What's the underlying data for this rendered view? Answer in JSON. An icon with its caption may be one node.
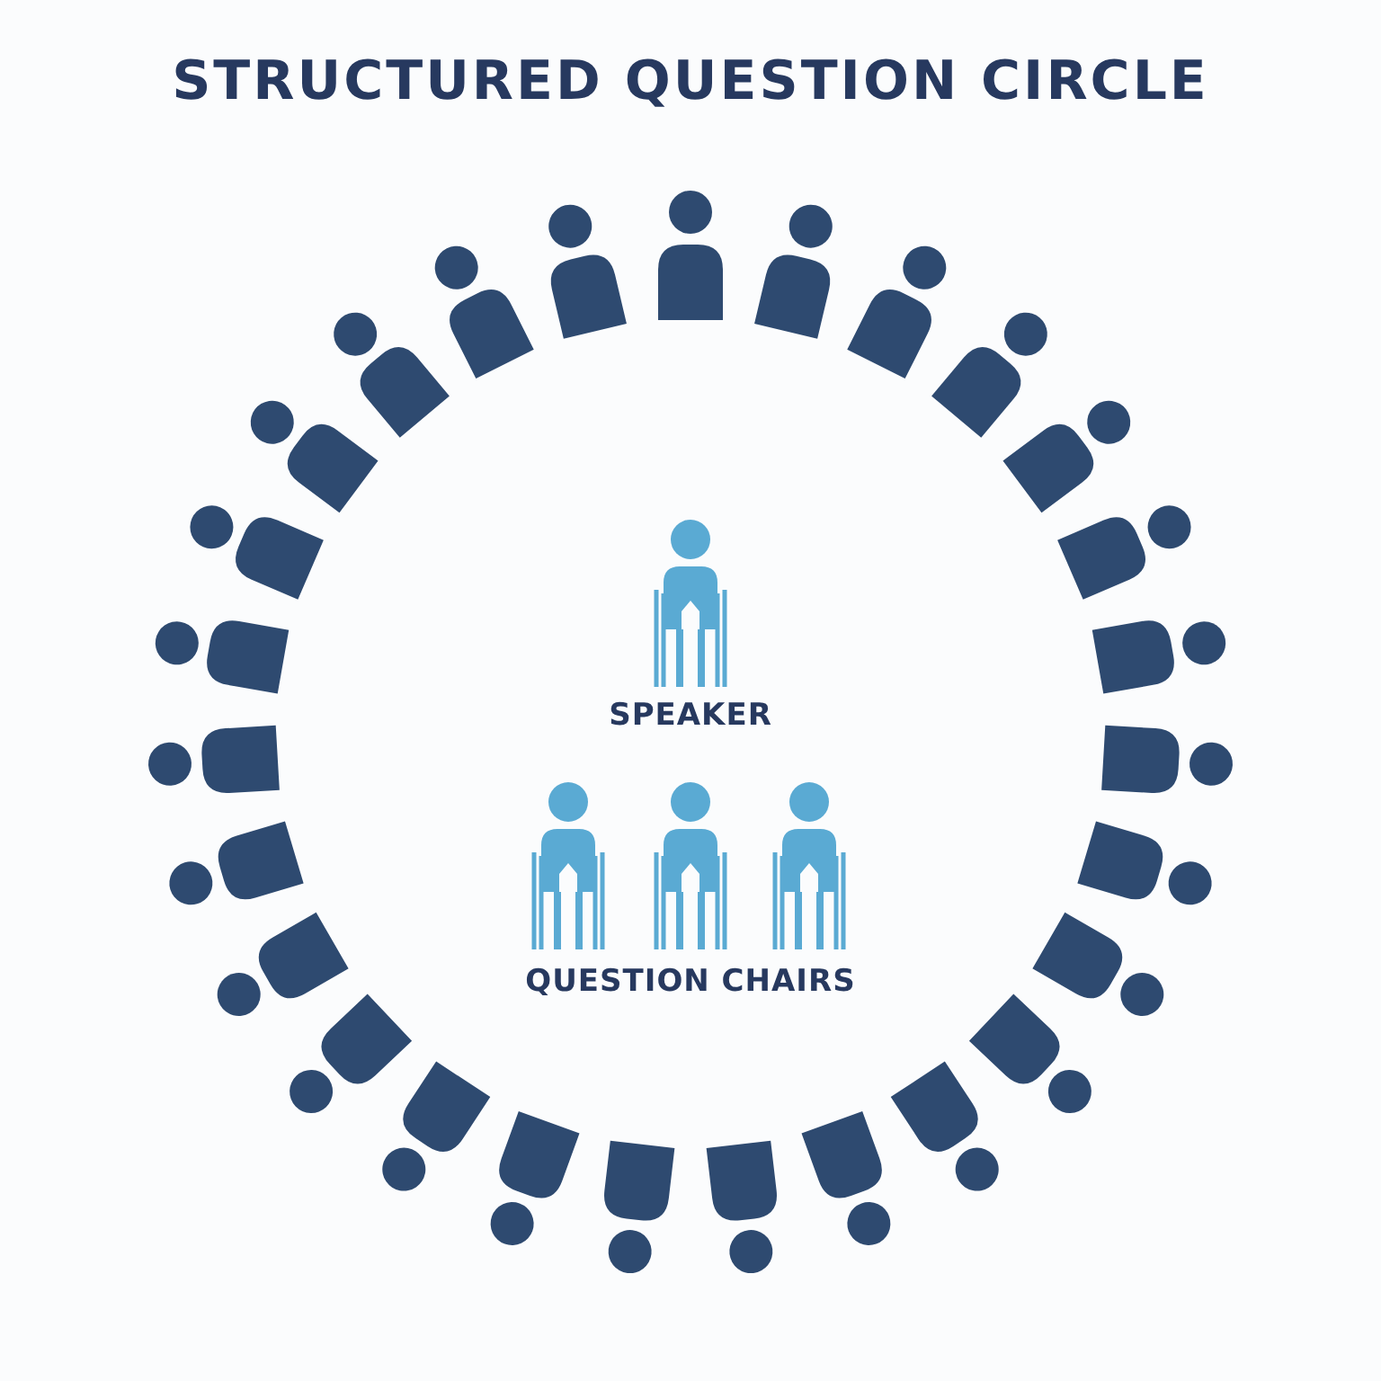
{
  "diagram": {
    "title": "STRUCTURED QUESTION CIRCLE",
    "labels": [
      "SPEAKER",
      "QUESTION CHAIRS"
    ]
  }
}
